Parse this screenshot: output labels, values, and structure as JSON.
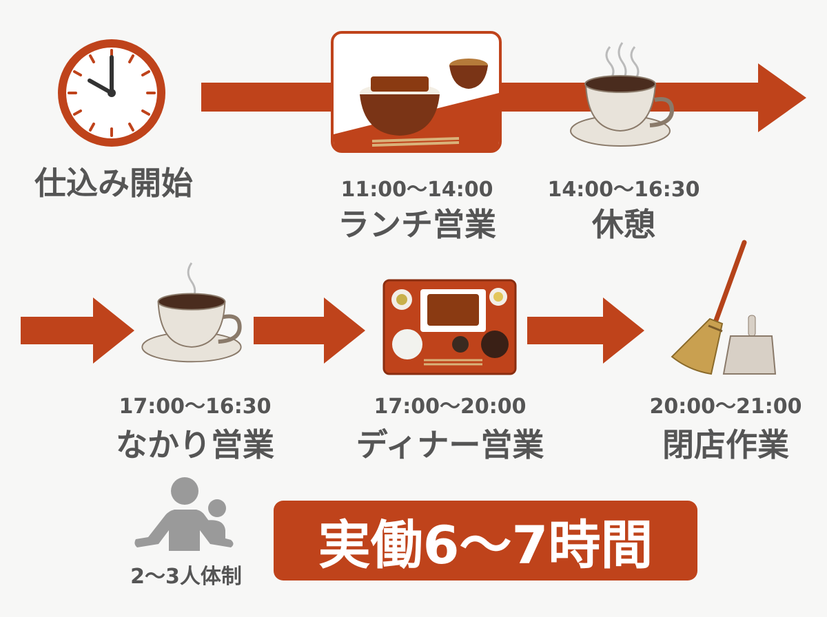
{
  "colors": {
    "accent": "#bf431b",
    "text": "#555555",
    "icon_gray": "#9a9a9a"
  },
  "steps": [
    {
      "icon": "clock-icon",
      "time": "",
      "label": "仕込み開始"
    },
    {
      "icon": "unadon-lunch-icon",
      "time": "11:00〜14:00",
      "label": "ランチ営業"
    },
    {
      "icon": "coffee-cup-icon",
      "time": "14:00〜16:30",
      "label": "休憩"
    },
    {
      "icon": "coffee-cup-icon",
      "time": "17:00〜16:30",
      "label": "なかり営業"
    },
    {
      "icon": "dinner-tray-icon",
      "time": "17:00〜20:00",
      "label": "ディナー営業"
    },
    {
      "icon": "broom-dustpan-icon",
      "time": "20:00〜21:00",
      "label": "閉店作業"
    }
  ],
  "staff": {
    "icon": "people-icon",
    "label": "2〜3人体制"
  },
  "total": {
    "label": "実働6〜7時間"
  }
}
